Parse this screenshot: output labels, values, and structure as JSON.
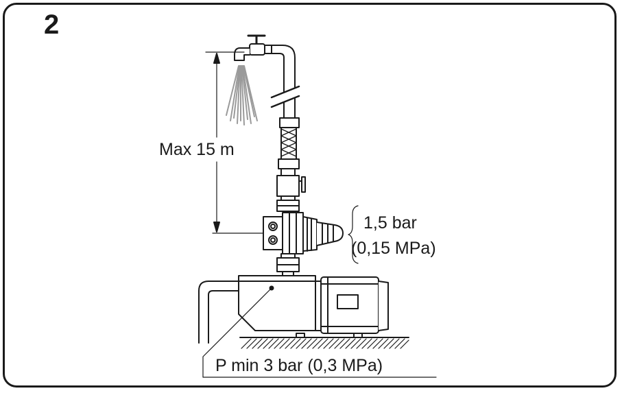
{
  "figure": {
    "number": "2"
  },
  "labels": {
    "max_height": "Max  15  m",
    "switch_pressure": "1,5  bar",
    "switch_pressure_mpa": "(0,15  MPa)",
    "min_pressure": "P  min  3  bar  (0,3  MPa)"
  },
  "colors": {
    "line": "#1a1a1a",
    "spray": "#9a9a9a"
  }
}
